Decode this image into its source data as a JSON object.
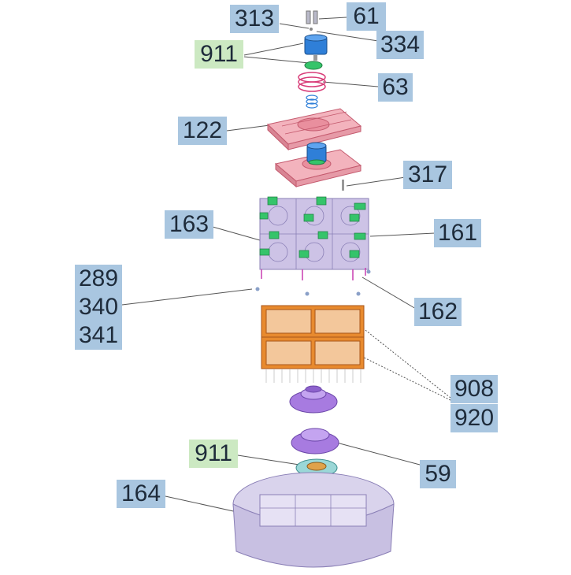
{
  "diagram": {
    "labels": {
      "l313": "313",
      "l61": "61",
      "l334": "334",
      "l911a": "911",
      "l63": "63",
      "l122": "122",
      "l317": "317",
      "l163": "163",
      "l161": "161",
      "l289": "289",
      "l340": "340",
      "l341": "341",
      "l162": "162",
      "l908": "908",
      "l920": "920",
      "l911b": "911",
      "l59": "59",
      "l164": "164"
    },
    "colors": {
      "label_blue": "#a9c6e0",
      "label_green": "#cce9c2",
      "part_blue": "#2f7fd8",
      "part_green": "#35c46a",
      "part_pink": "#e98f9e",
      "part_orange": "#e88a2e",
      "part_purple": "#a77be0",
      "part_lavender": "#cdc3e6",
      "part_teal": "#9ad7d7"
    }
  }
}
